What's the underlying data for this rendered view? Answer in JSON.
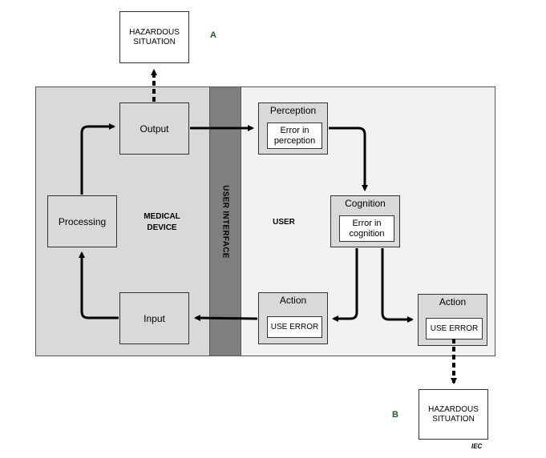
{
  "top_hazard": {
    "text": "HAZARDOUS SITUATION",
    "letter": "A"
  },
  "bottom_hazard": {
    "text": "HAZARDOUS SITUATION",
    "letter": "B"
  },
  "medical_device": {
    "label": "MEDICAL DEVICE",
    "output": "Output",
    "processing": "Processing",
    "input": "Input"
  },
  "user_interface": {
    "label": "USER INTERFACE"
  },
  "user": {
    "label": "USER",
    "perception": {
      "title": "Perception",
      "error": "Error in perception"
    },
    "cognition": {
      "title": "Cognition",
      "error": "Error in cognition"
    },
    "action_left": {
      "title": "Action",
      "error": "USE ERROR"
    },
    "action_right": {
      "title": "Action",
      "error": "USE ERROR"
    }
  },
  "footer": {
    "mark": "IEC"
  }
}
